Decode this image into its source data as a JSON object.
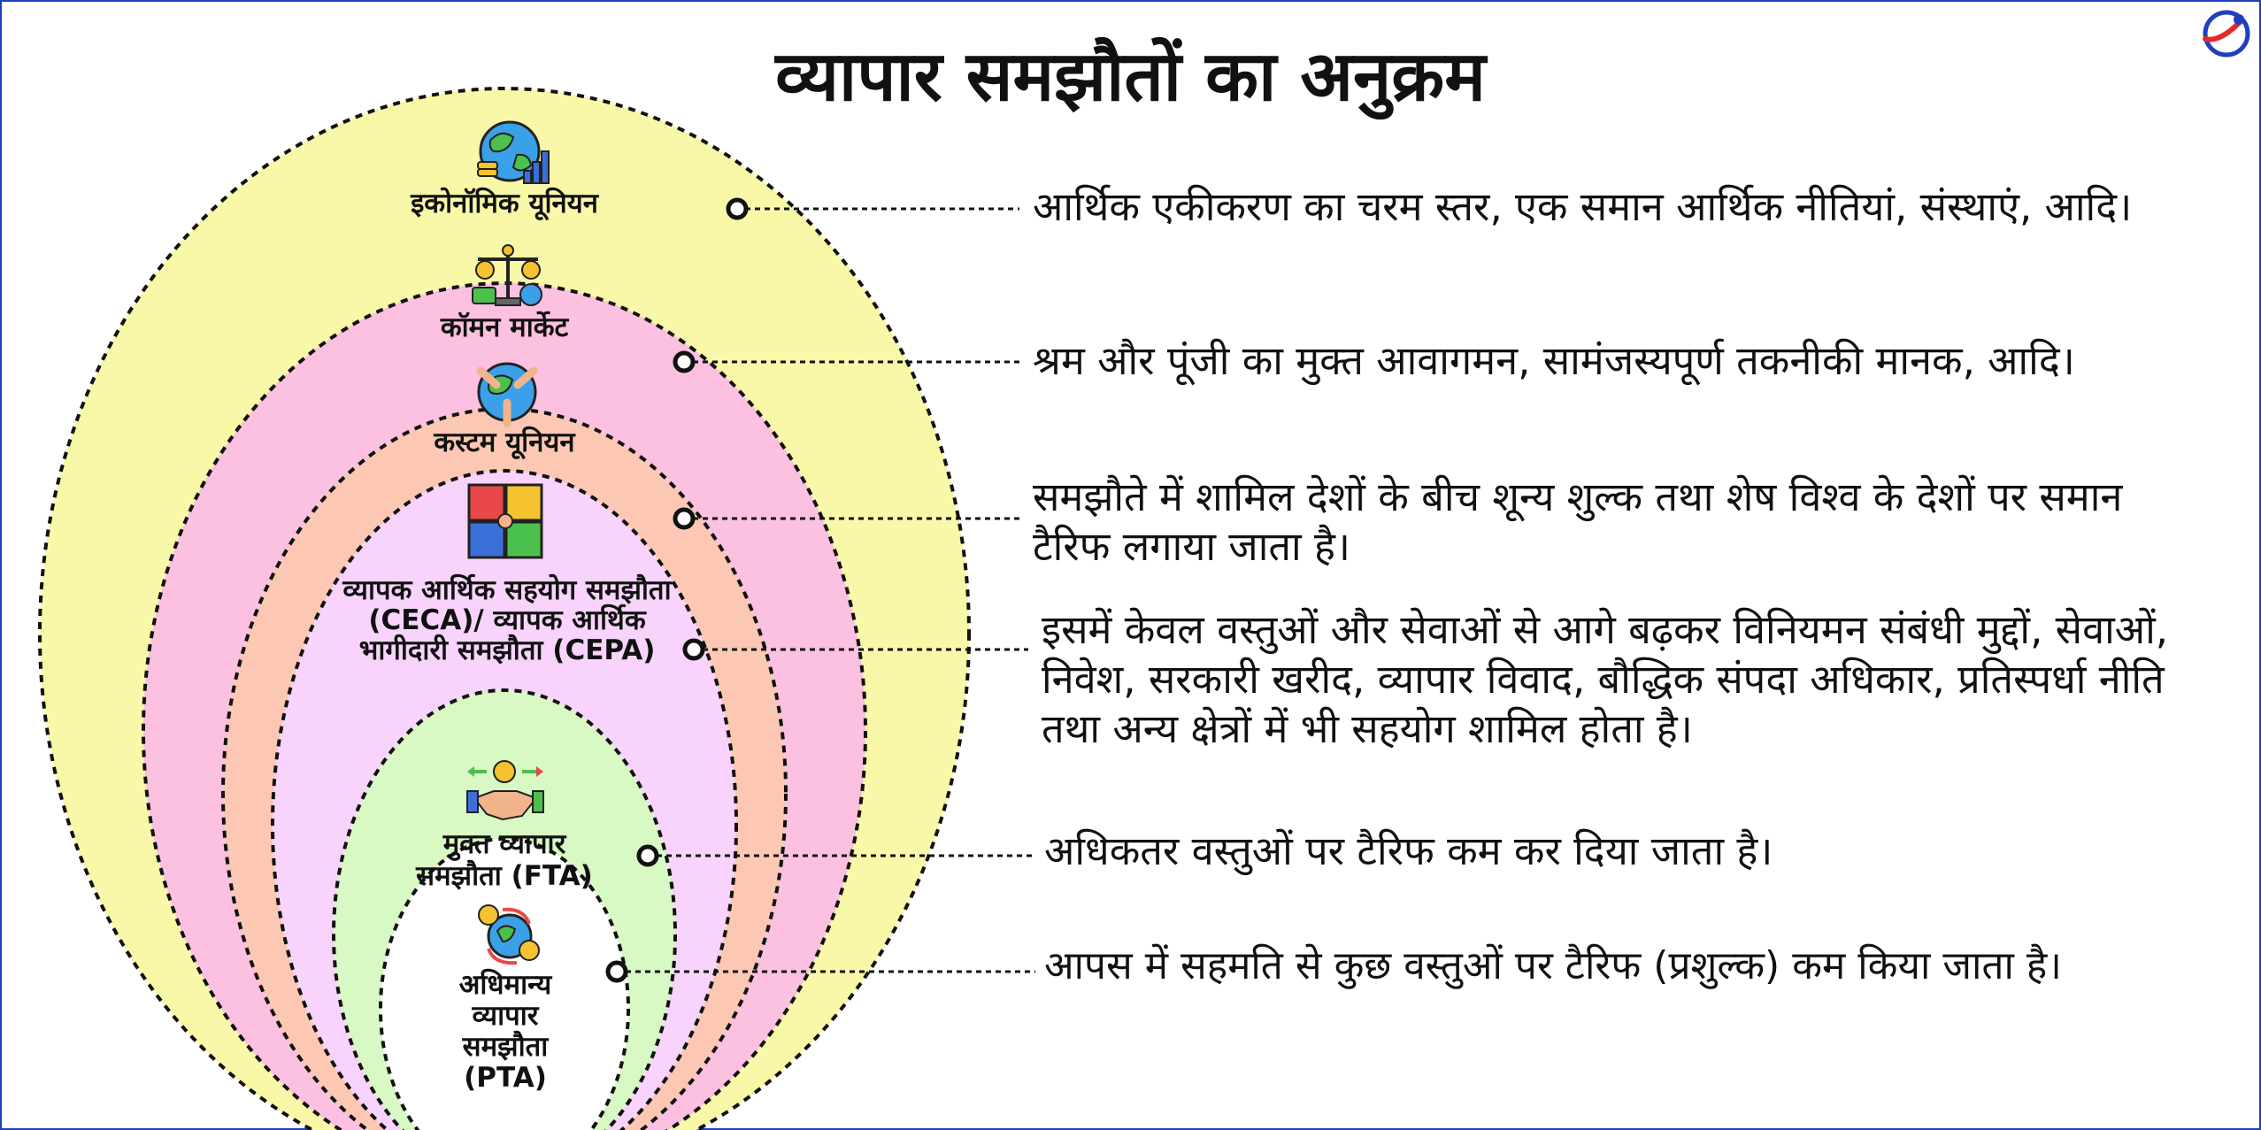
{
  "title": "व्यापार समझौतों का अनुक्रम",
  "levels": [
    {
      "label": "इकोनॉमिक यूनियन",
      "description": "आर्थिक एकीकरण का चरम स्तर, एक समान आर्थिक नीतियां, संस्थाएं, आदि।",
      "color": "#f8f8a8",
      "icon": "globe-coins-chart-icon"
    },
    {
      "label": "कॉमन मार्केट",
      "description": "श्रम और पूंजी का मुक्त आवागमन, सामंजस्यपूर्ण तकनीकी मानक, आदि।",
      "color": "#fcc0e0",
      "icon": "balance-scale-icon"
    },
    {
      "label": "कस्टम यूनियन",
      "description": "समझौते में शामिल देशों के बीच शून्य शुल्क तथा शेष विश्व के देशों पर समान टैरिफ लगाया जाता है।",
      "color": "#fcc8b4",
      "icon": "hands-globe-icon"
    },
    {
      "label": "व्यापक आर्थिक सहयोग समझौता (CECA)/ व्यापक आर्थिक भागीदारी समझौता (CEPA)",
      "description": "इसमें केवल वस्तुओं और सेवाओं से आगे बढ़कर विनियमन संबंधी मुद्दों, सेवाओं, निवेश, सरकारी खरीद, व्यापार विवाद, बौद्धिक संपदा अधिकार, प्रतिस्पर्धा नीति तथा अन्य क्षेत्रों में भी सहयोग शामिल होता है।",
      "color": "#f8d4fc",
      "icon": "puzzle-hands-icon"
    },
    {
      "label": "मुक्त व्यापार समझौता (FTA)",
      "description": "अधिकतर वस्तुओं पर टैरिफ कम कर दिया जाता है।",
      "color": "#d8f8c4",
      "icon": "handshake-coin-icon"
    },
    {
      "label": "अधिमान्य व्यापार समझौता (PTA)",
      "description": "आपस में सहमति से कुछ वस्तुओं पर टैरिफ (प्रशुल्क) कम किया जाता है।",
      "color": "#ffffff",
      "icon": "globe-currency-icon"
    }
  ],
  "frame_color": "#1f3fbf"
}
